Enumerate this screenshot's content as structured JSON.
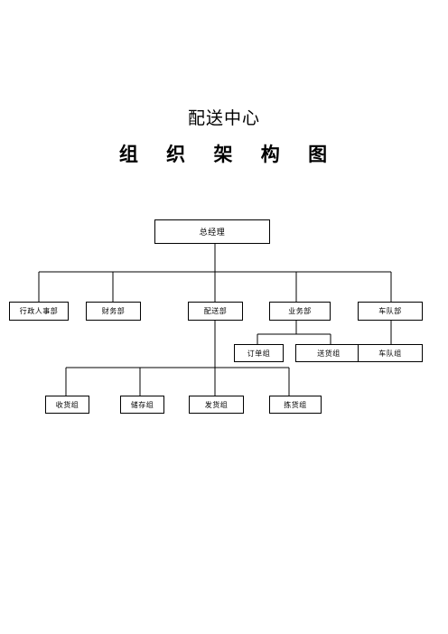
{
  "title": "配送中心",
  "subtitle": "组 织 架 构 图",
  "nodes": {
    "root": "总经理",
    "dept1": "行政人事部",
    "dept2": "财务部",
    "dept3": "配送部",
    "dept4": "业务部",
    "dept5": "车队部",
    "sub_ye1": "订单组",
    "sub_ye2": "送货组",
    "sub_chedui": "车队组",
    "sub_ps1": "收货组",
    "sub_ps2": "储存组",
    "sub_ps3": "发货组",
    "sub_ps4": "拣货组"
  }
}
